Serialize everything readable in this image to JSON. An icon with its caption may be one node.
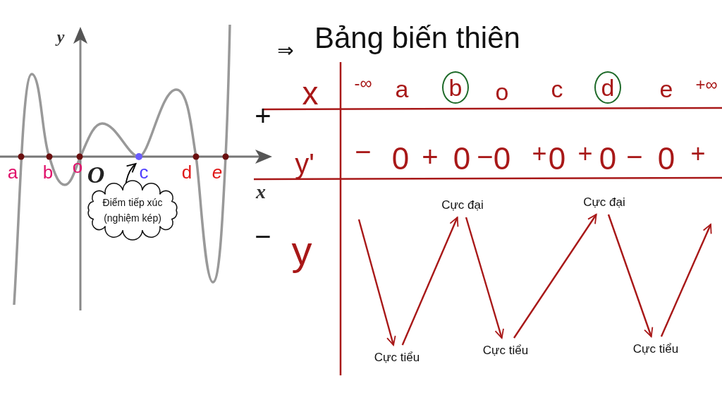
{
  "diagram": {
    "title": "Bảng biến thiên",
    "nodes": [
      {
        "text": [],
        "shape": "circle"
      },
      {
        "text": [
          "Điểm tiếp xúc (nghiệm kép)"
        ]
      },
      {
        "text": [
          "b"
        ]
      },
      {
        "text": [
          "d"
        ]
      },
      {
        "text": [
          "Cực đại"
        ]
      },
      {
        "text": [
          "Cực đại"
        ]
      },
      {
        "text": [
          "Cực tiểu"
        ]
      },
      {
        "text": [
          "Cực tiểu"
        ]
      },
      {
        "text": [
          "Cực tiểu"
        ]
      }
    ],
    "edges": [
      {
        "from": null,
        "to": 6,
        "arrow": "to"
      },
      {
        "from": 6,
        "to": 4,
        "arrow": "to"
      },
      {
        "from": 4,
        "to": 7,
        "arrow": "to"
      },
      {
        "from": 7,
        "to": 5,
        "arrow": "to"
      },
      {
        "from": 5,
        "to": 8,
        "arrow": "to"
      },
      {
        "from": 8,
        "to": null,
        "arrow": "to"
      },
      {
        "from": 1,
        "to": 0,
        "arrow": "to",
        "color": "#000000"
      }
    ],
    "labels": [
      "y",
      "a",
      "b",
      "o",
      "O",
      "c",
      "d",
      "e",
      "x",
      "⇒",
      "x",
      "-∞",
      "a",
      "o",
      "c",
      "e",
      "+∞",
      "+",
      "y'",
      "−",
      "0",
      "+",
      "0",
      "−",
      "0",
      "+",
      "0",
      "+",
      "0",
      "−",
      "0",
      "+",
      "−",
      "y"
    ]
  }
}
